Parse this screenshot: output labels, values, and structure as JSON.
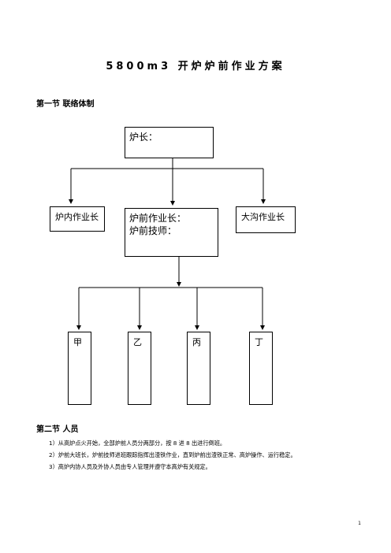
{
  "title": "5800m3 开炉炉前作业方案",
  "section1": {
    "heading": "第一节   联络体制"
  },
  "org": {
    "top": "炉长：",
    "left": "炉内作业长",
    "center_line1": "炉前作业长：",
    "center_line2": "炉前技师：",
    "right": "大沟作业长",
    "teams": [
      "甲",
      "乙",
      "丙",
      "丁"
    ]
  },
  "section2": {
    "heading": "第二节   人员",
    "items": [
      "1）从高炉点火开始，全部炉前人员分两部分，按 8 进 8 出进行倒班。",
      "2）炉前大班长，炉前技师进班跟踪指挥出渣铁作业，直到炉前出渣铁正常、高炉操作、运行稳定。",
      "3）高炉内协人员及外协人员由专人管理并遵守本高炉有关规定。"
    ]
  },
  "page_number": "1"
}
